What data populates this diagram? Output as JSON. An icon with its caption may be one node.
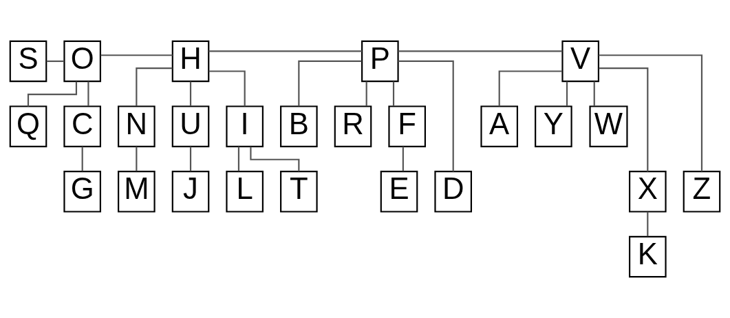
{
  "diagram": {
    "nodes": [
      {
        "text": [
          "S"
        ]
      },
      {
        "text": [
          "O"
        ]
      },
      {
        "text": [
          "H"
        ]
      },
      {
        "text": [
          "P"
        ]
      },
      {
        "text": [
          "V"
        ]
      },
      {
        "text": [
          "Q"
        ]
      },
      {
        "text": [
          "C"
        ]
      },
      {
        "text": [
          "N"
        ]
      },
      {
        "text": [
          "U"
        ]
      },
      {
        "text": [
          "I"
        ]
      },
      {
        "text": [
          "B"
        ]
      },
      {
        "text": [
          "R"
        ]
      },
      {
        "text": [
          "F"
        ]
      },
      {
        "text": [
          "A"
        ]
      },
      {
        "text": [
          "Y"
        ]
      },
      {
        "text": [
          "W"
        ]
      },
      {
        "text": [
          "G"
        ]
      },
      {
        "text": [
          "M"
        ]
      },
      {
        "text": [
          "J"
        ]
      },
      {
        "text": [
          "L"
        ]
      },
      {
        "text": [
          "T"
        ]
      },
      {
        "text": [
          "E"
        ]
      },
      {
        "text": [
          "D"
        ]
      },
      {
        "text": [
          "X"
        ]
      },
      {
        "text": [
          "Z"
        ]
      },
      {
        "text": [
          "K"
        ]
      }
    ],
    "edges": [
      {
        "from": 0,
        "to": 1,
        "arrow": "none"
      },
      {
        "from": 1,
        "to": 2,
        "arrow": "none"
      },
      {
        "from": 2,
        "to": 3,
        "arrow": "none"
      },
      {
        "from": 3,
        "to": 4,
        "arrow": "none"
      },
      {
        "from": 1,
        "to": 5,
        "arrow": "none"
      },
      {
        "from": 1,
        "to": 6,
        "arrow": "none"
      },
      {
        "from": 6,
        "to": 16,
        "arrow": "none"
      },
      {
        "from": 2,
        "to": 7,
        "arrow": "none"
      },
      {
        "from": 2,
        "to": 8,
        "arrow": "none"
      },
      {
        "from": 2,
        "to": 9,
        "arrow": "none"
      },
      {
        "from": 7,
        "to": 17,
        "arrow": "none"
      },
      {
        "from": 8,
        "to": 18,
        "arrow": "none"
      },
      {
        "from": 9,
        "to": 19,
        "arrow": "none"
      },
      {
        "from": 9,
        "to": 20,
        "arrow": "none"
      },
      {
        "from": 3,
        "to": 10,
        "arrow": "none"
      },
      {
        "from": 3,
        "to": 11,
        "arrow": "none"
      },
      {
        "from": 3,
        "to": 12,
        "arrow": "none"
      },
      {
        "from": 3,
        "to": 22,
        "arrow": "none"
      },
      {
        "from": 12,
        "to": 21,
        "arrow": "none"
      },
      {
        "from": 4,
        "to": 13,
        "arrow": "none"
      },
      {
        "from": 4,
        "to": 14,
        "arrow": "none"
      },
      {
        "from": 4,
        "to": 15,
        "arrow": "none"
      },
      {
        "from": 4,
        "to": 23,
        "arrow": "none"
      },
      {
        "from": 4,
        "to": 24,
        "arrow": "none"
      },
      {
        "from": 23,
        "to": 25,
        "arrow": "none"
      }
    ]
  }
}
